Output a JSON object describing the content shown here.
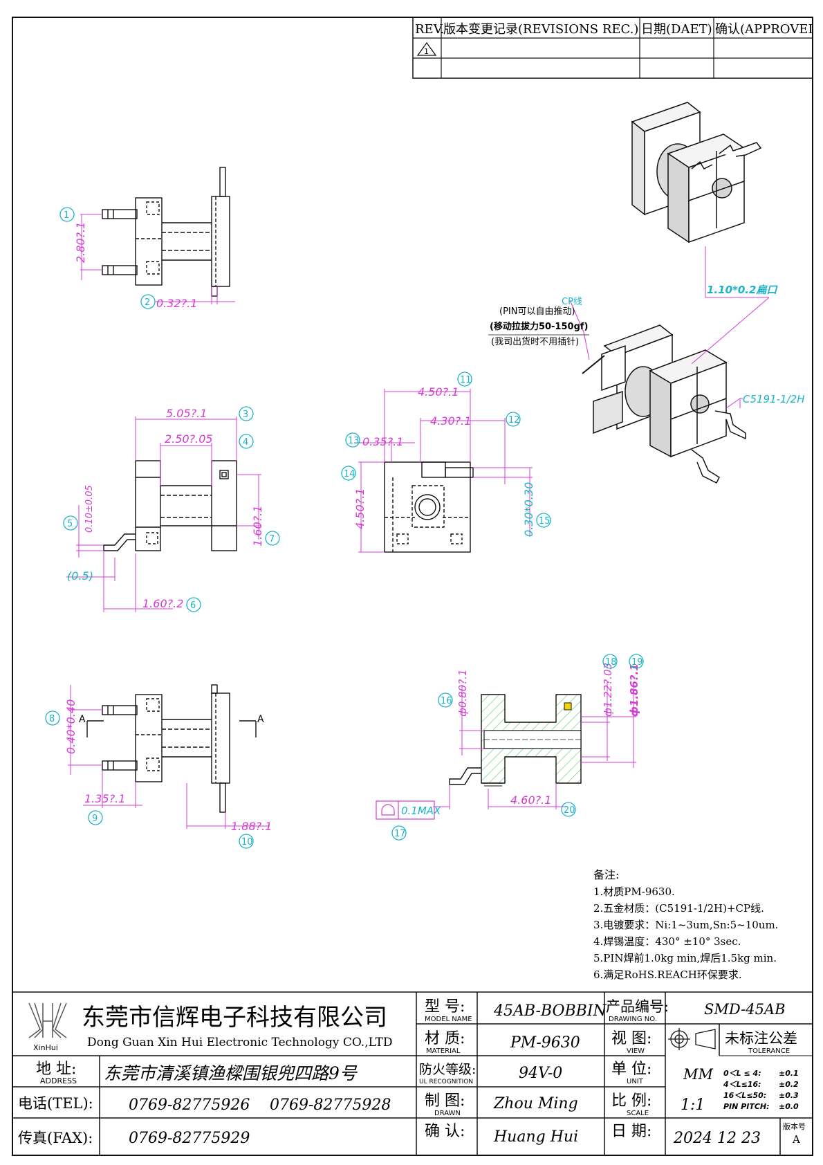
{
  "revision_table": {
    "headers": [
      "REV.",
      "版本变更记录(REVISIONS REC.)",
      "日期(DAET)",
      "确认(APPROVEI"
    ],
    "rows": [
      {
        "rev": "1",
        "record": "",
        "date": "",
        "approve": ""
      }
    ]
  },
  "views": {
    "side_left": {
      "labels": {
        "b1": "1",
        "b2": "2"
      },
      "dims": {
        "d1": "2.80?.1",
        "d2": "0.32?.1"
      }
    },
    "front": {
      "labels": {
        "b3": "3",
        "b4": "4",
        "b5": "5",
        "b6": "6",
        "b7": "7"
      },
      "dims": {
        "d3": "5.05?.1",
        "d4": "2.50?.05",
        "d5": "0.10±0.05",
        "d5b": "(0.5)",
        "d6": "1.60?.2",
        "d7": "1.60?.1"
      }
    },
    "end": {
      "labels": {
        "b11": "11",
        "b12": "12",
        "b13": "13",
        "b14": "14",
        "b15": "15"
      },
      "dims": {
        "d11": "4.50?.1",
        "d12": "4.30?.1",
        "d13": "0.35?.1",
        "d14": "4.50?.1",
        "d15": "0.30*0.30"
      }
    },
    "bottom_left": {
      "labels": {
        "b8": "8",
        "b9": "9",
        "b10": "10"
      },
      "dims": {
        "d8": "0.40*0.40",
        "d9": "1.35?.1",
        "d10": "1.88?.1"
      },
      "section_marks": [
        "A",
        "A"
      ]
    },
    "section": {
      "labels": {
        "b16": "16",
        "b17": "17",
        "b18": "18",
        "b19": "19",
        "b20": "20"
      },
      "dims": {
        "d16": "ф0.80?.1",
        "d17": "0.1MAX",
        "d18": "ф1.22?.03",
        "d19": "ф1.86?.1",
        "d20": "4.60?.1"
      }
    },
    "iso": {
      "callout_pin": "1.10*0.2扁口",
      "cp_label": "CP线",
      "pin_notes": [
        "(PIN可以自由推动)",
        "(移动拉拔力50-150gf)",
        "(我司出货时不用插针)"
      ],
      "material_callout": "C5191-1/2H"
    }
  },
  "notes": {
    "heading": "备注:",
    "items": [
      "1.材质PM-9630.",
      "2.五金材质：(C5191-1/2H)+CP线.",
      "3.电镀要求：Ni:1~3um,Sn:5~10um.",
      "4.焊锡温度：430° ±10° 3sec.",
      "5.PIN焊前1.0kg min,焊后1.5kg min.",
      "6.满足RoHS.REACH环保要求."
    ]
  },
  "title_block": {
    "logo_text": "XinHui",
    "company_cn": "东莞市信辉电子科技有限公司",
    "company_en": "Dong Guan Xin Hui Electronic Technology CO.,LTD",
    "address_label": "地 址:",
    "address_label_en": "ADDRESS",
    "address": "东莞市清溪镇渔樑围银兜四路9号",
    "tel_label": "电话(TEL):",
    "tel1": "0769-82775926",
    "tel2": "0769-82775928",
    "fax_label": "传真(FAX):",
    "fax": "0769-82775929",
    "model_label": "型 号:",
    "model_label_en": "MODEL NAME",
    "model": "45AB-BOBBIN",
    "material_label": "材 质:",
    "material_label_en": "MATERIAL",
    "material": "PM-9630",
    "fire_label": "防火等级:",
    "fire_label_en": "UL RECOGNITION",
    "fire": "94V-0",
    "drawn_label": "制 图:",
    "drawn_label_en": "DRAWN",
    "drawn": "Zhou Ming",
    "confirm_label": "确 认:",
    "confirm": "Huang Hui",
    "product_no_label": "产品编号:",
    "product_no_label_en": "DRAWING NO.",
    "product_no": "SMD-45AB",
    "view_label": "视 图:",
    "view_label_en": "VIEW",
    "unit_label": "单 位:",
    "unit_label_en": "UNIT",
    "unit": "MM",
    "scale_label": "比 例:",
    "scale_label_en": "SCALE",
    "scale": "1:1",
    "date_label": "日 期:",
    "date": "2024 12 23",
    "version_label": "版本号",
    "version": "A",
    "tolerance_title": "未标注公差",
    "tolerance_en": "TOLERANCE",
    "tolerances": [
      {
        "range": "0＜L ≤ 4:",
        "value": "±0.1"
      },
      {
        "range": "4＜L≤16:",
        "value": "±0.2"
      },
      {
        "range": "16＜L≤50:",
        "value": "±0.3"
      },
      {
        "range": "PIN PITCH:",
        "value": "±0.0"
      }
    ]
  },
  "colors": {
    "dimension": "#d43bd4",
    "balloon": "#19b3c9",
    "hatch": "#5fc86a",
    "line": "#111111"
  }
}
